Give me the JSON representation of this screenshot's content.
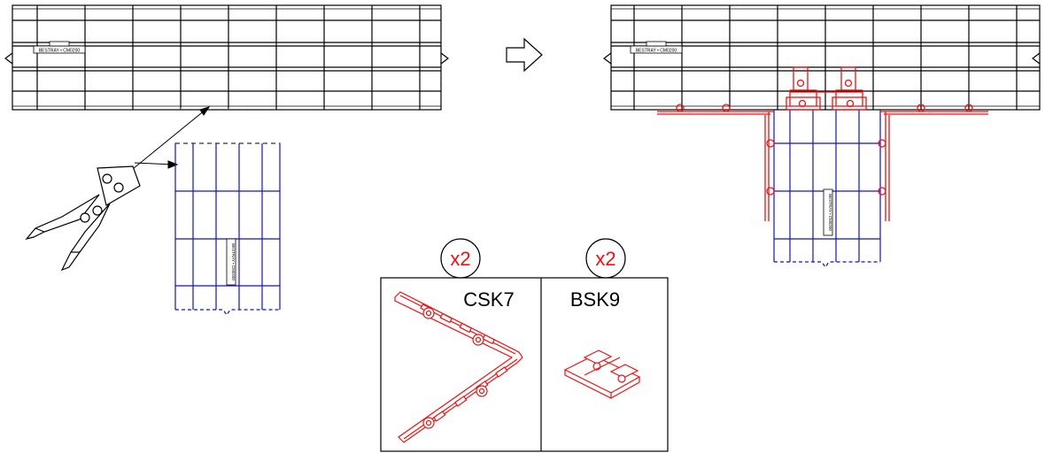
{
  "labels": {
    "tray_marking": "BESTRAY • CM0200",
    "branch_marking": "BESTRAY • CM0200"
  },
  "kits": [
    {
      "code": "CSK7",
      "quantity": "x2"
    },
    {
      "code": "BSK9",
      "quantity": "x2"
    }
  ],
  "colors": {
    "line": "#000000",
    "branch": "#1010d0",
    "accessory": "#ee1111",
    "qty_text": "#ee1111"
  },
  "icons": [
    "bolt-cutter-icon",
    "arrow-right-icon",
    "csk7-bracket-icon",
    "bsk9-splice-icon"
  ]
}
